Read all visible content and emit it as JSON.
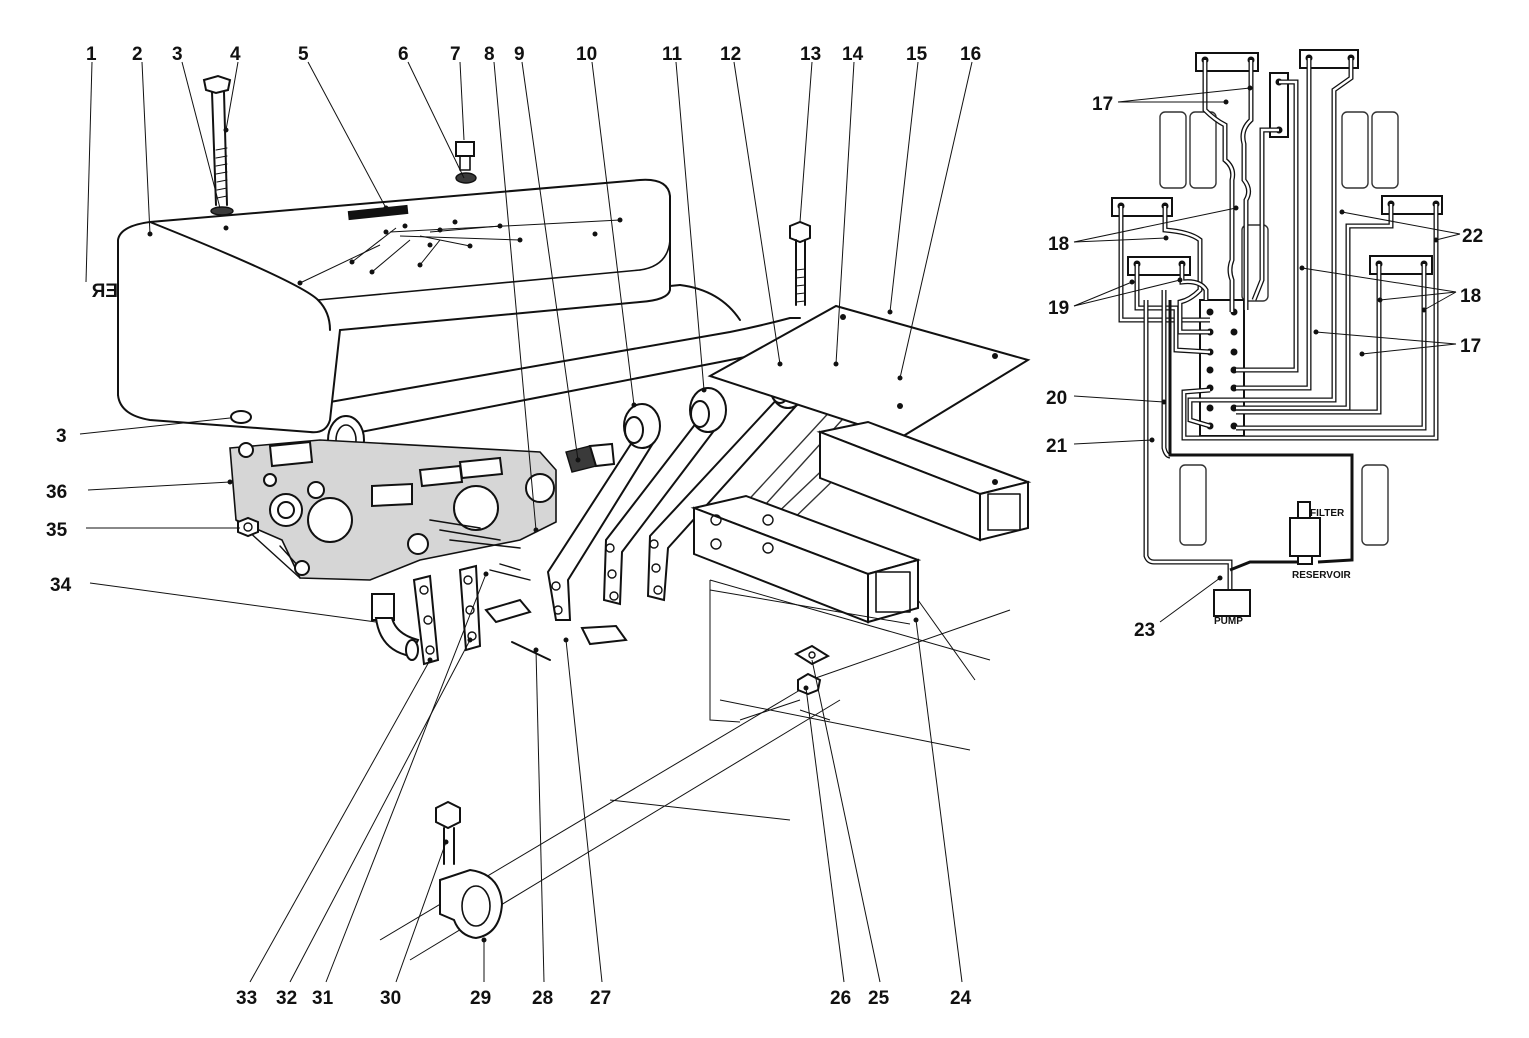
{
  "diagram": {
    "callouts": [
      "1",
      "2",
      "3",
      "4",
      "5",
      "6",
      "7",
      "8",
      "9",
      "10",
      "11",
      "12",
      "13",
      "14",
      "15",
      "16",
      "3",
      "36",
      "35",
      "34",
      "33",
      "32",
      "31",
      "30",
      "29",
      "28",
      "27",
      "26",
      "25",
      "24"
    ],
    "schematic_callouts": [
      "17",
      "18",
      "22",
      "19",
      "18",
      "17",
      "20",
      "21",
      "23"
    ],
    "schematic_labels": {
      "filter": "FILTER",
      "reservoir": "RESERVOIR",
      "pump": "PUMP"
    },
    "cover_lettering": "ER"
  }
}
